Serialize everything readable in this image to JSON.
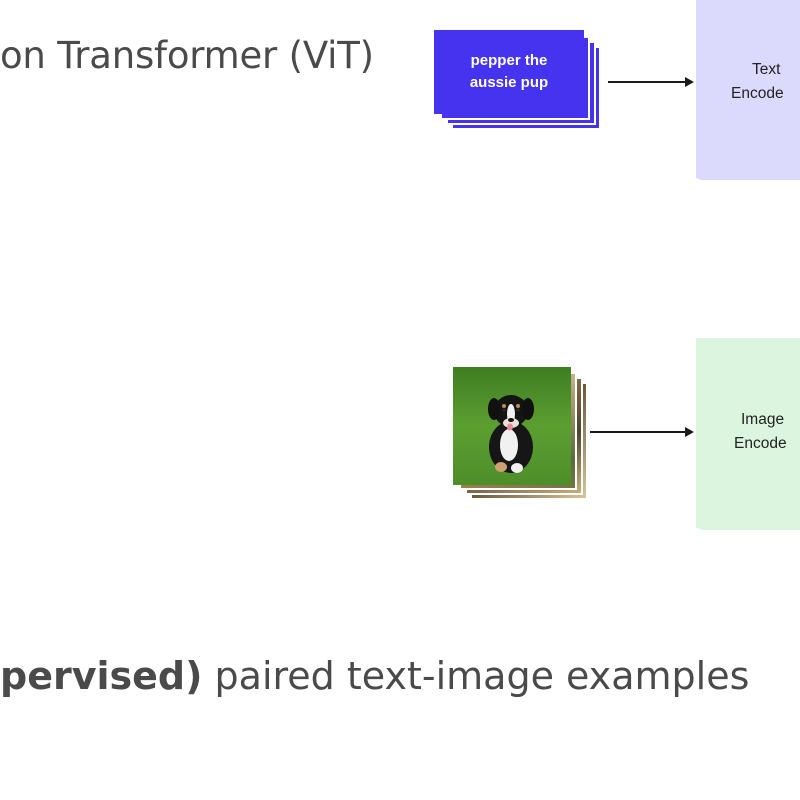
{
  "heading": {
    "text": "on Transformer (ViT)"
  },
  "text_card": {
    "label": "pepper the\naussie pup",
    "color": "#4533f0"
  },
  "text_encoder": {
    "line1": "Text",
    "line2": "Encode",
    "color": "#dcdafc"
  },
  "image_encoder": {
    "line1": "Image",
    "line2": "Encode",
    "color": "#dcf5df"
  },
  "footer": {
    "bold_text": "pervised)",
    "rest_text": " paired text-image examples"
  }
}
